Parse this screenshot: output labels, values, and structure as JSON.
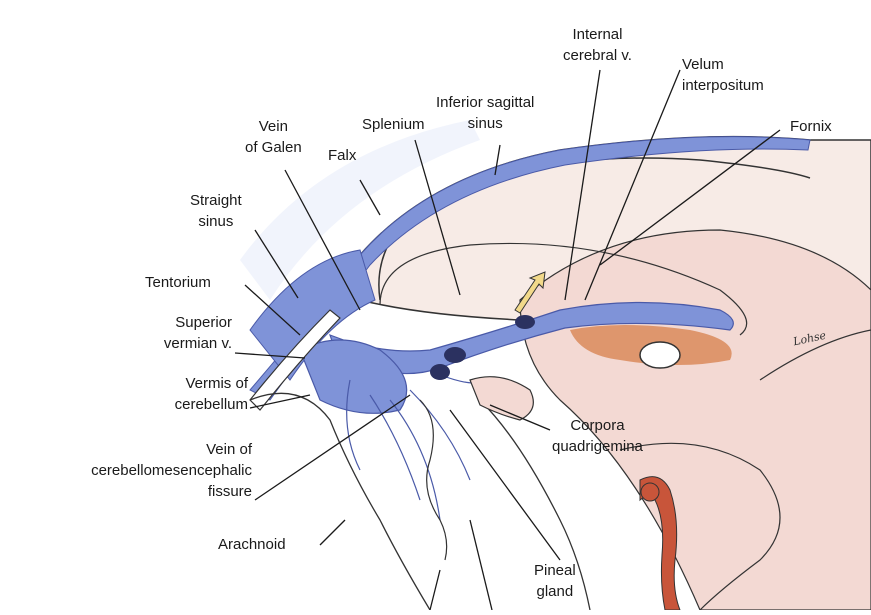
{
  "labels": {
    "internal_cerebral_v": "Internal\ncerebral v.",
    "velum_interpositum": "Velum\ninterpositum",
    "inferior_sagittal_sinus": "Inferior sagittal\nsinus",
    "fornix": "Fornix",
    "vein_of_galen": "Vein\nof Galen",
    "falx": "Falx",
    "splenium": "Splenium",
    "straight_sinus": "Straight\nsinus",
    "tentorium": "Tentorium",
    "superior_vermian_v": "Superior\nvermian v.",
    "vermis_of_cerebellum": "Vermis of\ncerebellum",
    "vein_of_cerebellomesencephalic_fissure": "Vein of\ncerebellomesencephalic\nfissure",
    "arachnoid": "Arachnoid",
    "corpora_quadrigemina": "Corpora\nquadrigemina",
    "pineal_gland": "Pineal\ngland"
  },
  "signature": "Lohse",
  "colors": {
    "vein_blue": "#7f93d8",
    "vein_blue_dark": "#4a5aa8",
    "orange": "#d98a5a",
    "red_artery": "#c8553a",
    "pink_tissue": "#f3d9d3",
    "light_tissue": "#f7ebe6",
    "yellow_arrow": "#f2d98a"
  }
}
